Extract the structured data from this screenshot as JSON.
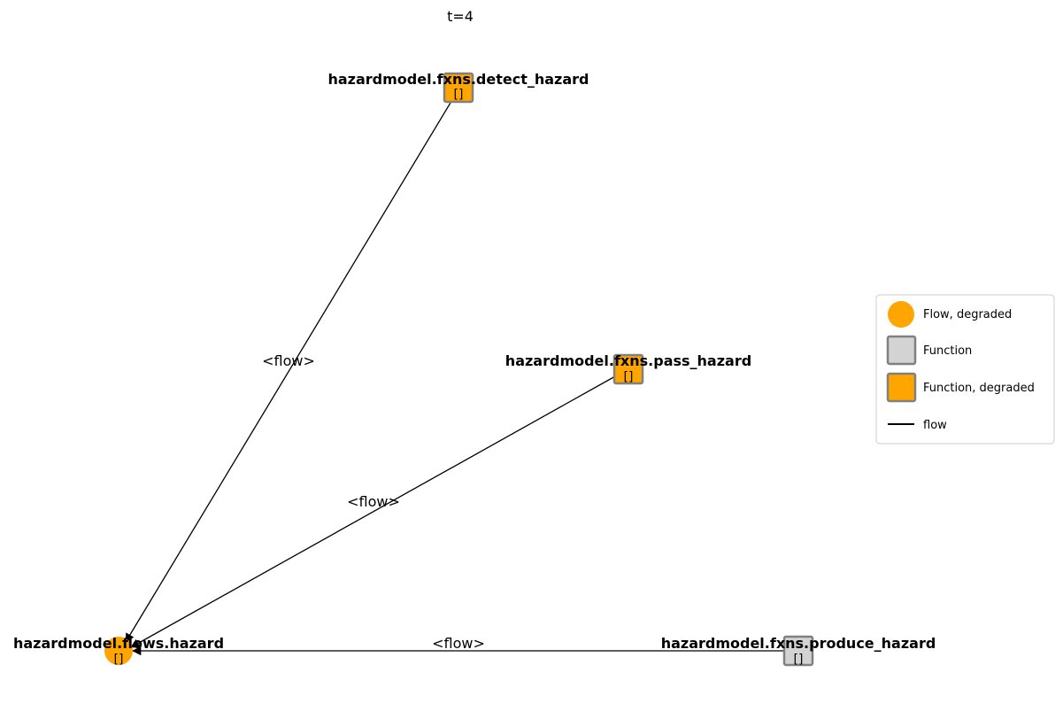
{
  "title": "t=4",
  "colors": {
    "degraded": "#FFA500",
    "function": "#D3D3D3",
    "node_border": "#808080",
    "edge": "#000000"
  },
  "nodes": [
    {
      "id": "flows_hazard",
      "label": "hazardmodel.flows.hazard",
      "sub": "[]",
      "shape": "circle",
      "status": "degraded"
    },
    {
      "id": "detect_hazard",
      "label": "hazardmodel.fxns.detect_hazard",
      "sub": "[]",
      "shape": "square",
      "status": "degraded"
    },
    {
      "id": "pass_hazard",
      "label": "hazardmodel.fxns.pass_hazard",
      "sub": "[]",
      "shape": "square",
      "status": "degraded"
    },
    {
      "id": "produce_hazard",
      "label": "hazardmodel.fxns.produce_hazard",
      "sub": "[]",
      "shape": "square",
      "status": "nominal"
    }
  ],
  "edges": [
    {
      "from": "detect_hazard",
      "to": "flows_hazard",
      "label": "<flow>"
    },
    {
      "from": "pass_hazard",
      "to": "flows_hazard",
      "label": "<flow>"
    },
    {
      "from": "produce_hazard",
      "to": "flows_hazard",
      "label": "<flow>"
    }
  ],
  "legend": {
    "items": [
      {
        "label": "Flow, degraded",
        "marker": "circle",
        "color": "#FFA500"
      },
      {
        "label": "Function",
        "marker": "square",
        "color": "#D3D3D3"
      },
      {
        "label": "Function, degraded",
        "marker": "square",
        "color": "#FFA500"
      },
      {
        "label": "flow",
        "marker": "line",
        "color": "#000000"
      }
    ]
  }
}
